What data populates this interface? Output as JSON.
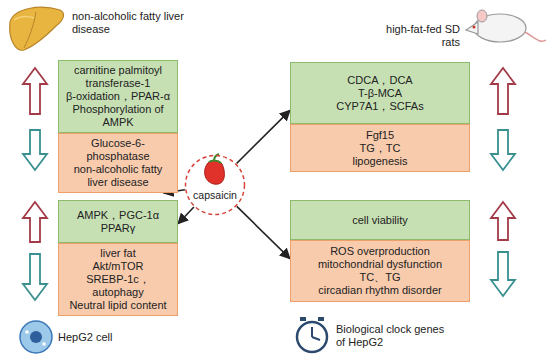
{
  "diagram": {
    "nodes": [
      {
        "text": [
          "carnitine palmitoyl transferase-1",
          "β-oxidation，PPAR-α",
          "Phosphorylation of AMPK"
        ]
      },
      {
        "text": [
          "Glucose-6-phosphatase",
          "non-alcoholic fatty liver disease"
        ]
      },
      {
        "text": [
          "CDCA，DCA",
          "T-β-MCA",
          "CYP7A1，SCFAs"
        ]
      },
      {
        "text": [
          "Fgf15",
          "TG，TC",
          "lipogenesis"
        ]
      },
      {
        "text": [
          "capsaicin"
        ]
      },
      {
        "text": [
          "AMPK，PGC-1α",
          "PPARγ"
        ]
      },
      {
        "text": [
          "liver fat",
          "Akt/mTOR",
          "SREBP-1c，autophagy",
          "Neutral lipid content"
        ]
      },
      {
        "text": [
          "cell viability"
        ]
      },
      {
        "text": [
          "ROS overproduction",
          "mitochondrial dysfunction",
          "TC、TG",
          "circadian rhythm disorder"
        ]
      }
    ],
    "edges": [
      {
        "from": 4,
        "to": 1,
        "arrow": "to"
      },
      {
        "from": 4,
        "to": 2,
        "arrow": "to"
      },
      {
        "from": 4,
        "to": 5,
        "arrow": "to"
      },
      {
        "from": 4,
        "to": 8,
        "arrow": "to"
      }
    ],
    "labels": [
      "non-alcoholic fatty liver disease",
      "high-fat-fed SD rats",
      "HepG2 cell",
      "Biological clock genes of HepG2"
    ]
  }
}
